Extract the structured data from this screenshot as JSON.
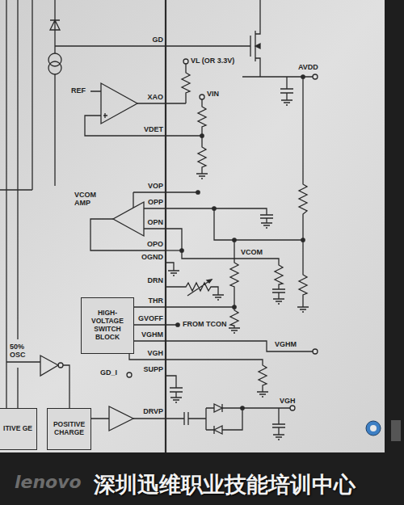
{
  "diagram": {
    "nodes": [
      {
        "text": [
          "HIGH-VOLTAGE SWITCH BLOCK"
        ]
      },
      {
        "text": [
          "ITIVE GE"
        ]
      },
      {
        "text": [
          "POSITIVE CHARGE"
        ]
      }
    ],
    "labels": [
      "GD",
      "VL (OR 3.3V)",
      "AVDD",
      "REF",
      "VIN",
      "XAO",
      "VDET",
      "VOP",
      "VCOM AMP",
      "OPP",
      "OPN",
      "OPO",
      "VCOM",
      "OGND",
      "DRN",
      "THR",
      "GVOFF",
      "FROM TCON",
      "VGHM",
      "VGH",
      "VGHM",
      "50% OSC",
      "GD_I",
      "SUPP",
      "DRVP",
      "VGH",
      "lenovo",
      "深圳迅维职业技能培训中心"
    ]
  }
}
